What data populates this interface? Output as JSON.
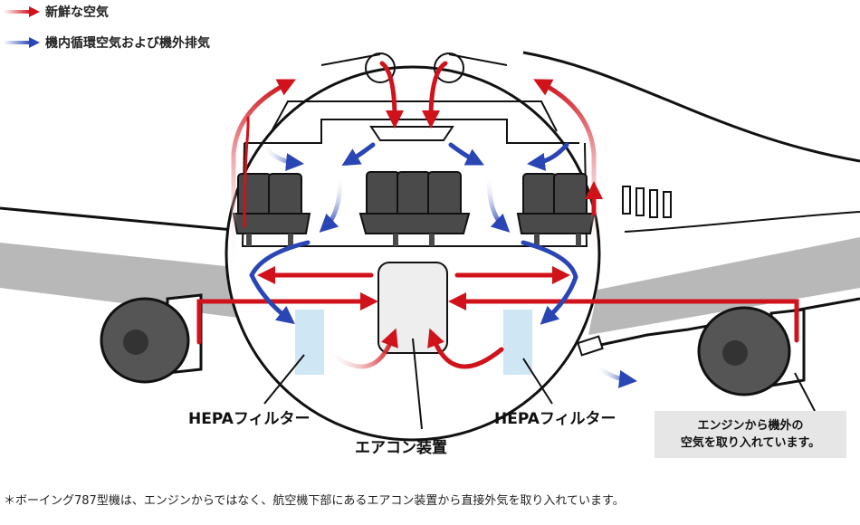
{
  "legend": {
    "fresh_air": "新鮮な空気",
    "recirculated_air": "機内循環空気および機外排気"
  },
  "labels": {
    "hepa_left": "HEPAフィルター",
    "hepa_right": "HEPAフィルター",
    "air_conditioner": "エアコン装置",
    "engine_note_line1": "エンジンから機外の",
    "engine_note_line2": "空気を取り入れています。"
  },
  "footnote": "＊ボーイング787型機は、エンジンからではなく、航空機下部にあるエアコン装置から直接外気を取り入れています。",
  "colors": {
    "fresh_air": "#d0121b",
    "recirculated_air": "#2a46b4",
    "hepa_filter": "#cfe6f5",
    "air_conditioner": "#eeeeee",
    "seat": "#4a4a4a",
    "wing": "#b8b8b8",
    "callout_bg": "#e6e6e6"
  }
}
